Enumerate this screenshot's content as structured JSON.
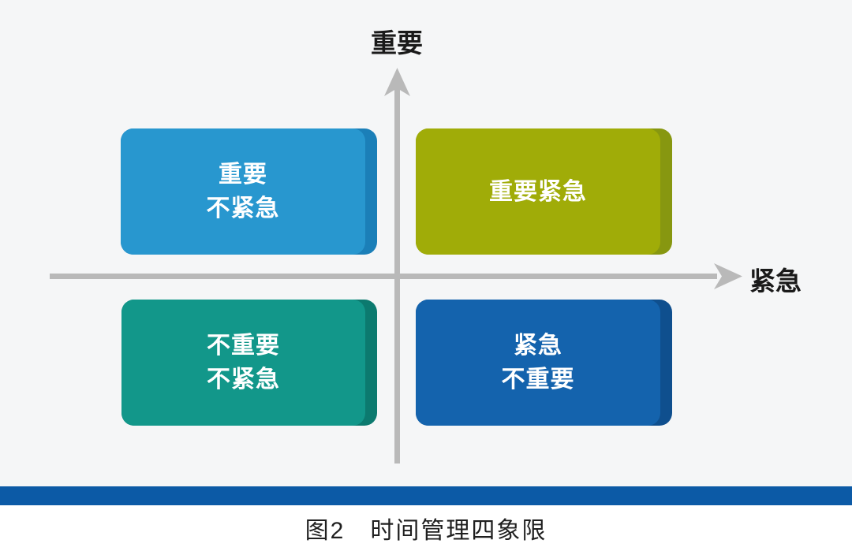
{
  "figure": {
    "caption": "图2　时间管理四象限",
    "background_color": "#f5f6f7",
    "divider_bar_color": "#0c5aa6",
    "axes": {
      "y_label": "重要",
      "x_label": "紧急",
      "axis_color": "#b9b9b9"
    },
    "quadrants": [
      {
        "name": "important-not-urgent",
        "lines": [
          "重要",
          "不紧急"
        ],
        "fill": "#2897cf",
        "edge": "#1b7fb8",
        "position": "top-left"
      },
      {
        "name": "important-urgent",
        "lines": [
          "重要紧急"
        ],
        "fill": "#a0ac08",
        "edge": "#879710",
        "position": "top-right"
      },
      {
        "name": "not-important-not-urgent",
        "lines": [
          "不重要",
          "不紧急"
        ],
        "fill": "#12978a",
        "edge": "#0c7a6f",
        "position": "bottom-left"
      },
      {
        "name": "urgent-not-important",
        "lines": [
          "紧急",
          "不重要"
        ],
        "fill": "#1463ad",
        "edge": "#0f4f8e",
        "position": "bottom-right"
      }
    ]
  }
}
